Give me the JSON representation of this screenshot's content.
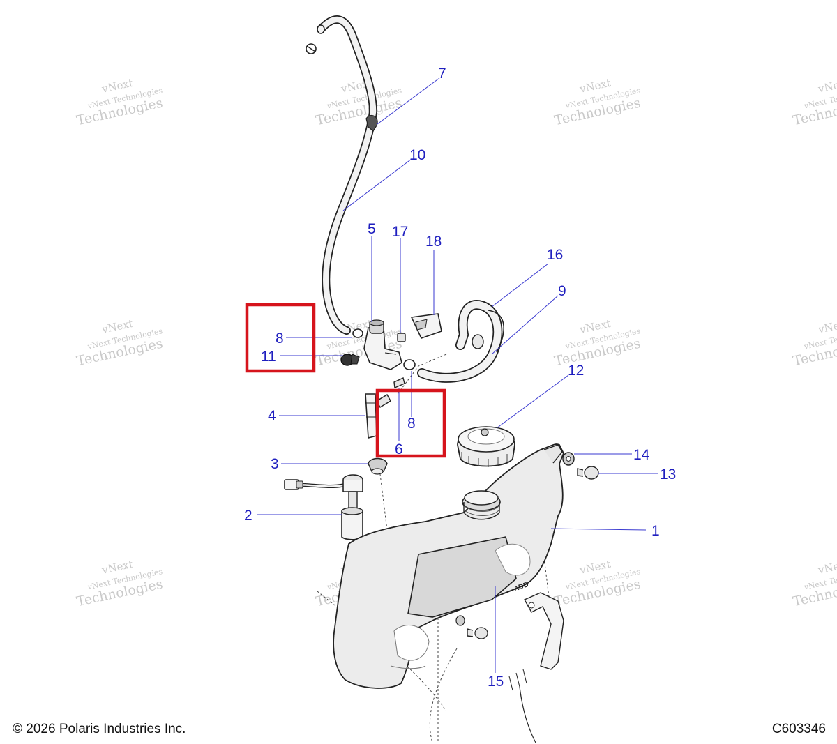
{
  "footer": {
    "copyright": "© 2026 Polaris Industries Inc.",
    "diagram_id": "C603346"
  },
  "watermark": {
    "line1": "vNext",
    "line2": "vNext Technologies",
    "line3": "Technologies"
  },
  "tank_label": "ADD",
  "callouts": [
    "1",
    "2",
    "3",
    "4",
    "5",
    "6",
    "7",
    "8",
    "8",
    "9",
    "10",
    "11",
    "12",
    "13",
    "14",
    "15",
    "16",
    "17",
    "18"
  ],
  "colors": {
    "callout": "#1f1fbf",
    "highlight": "#d6141c"
  }
}
